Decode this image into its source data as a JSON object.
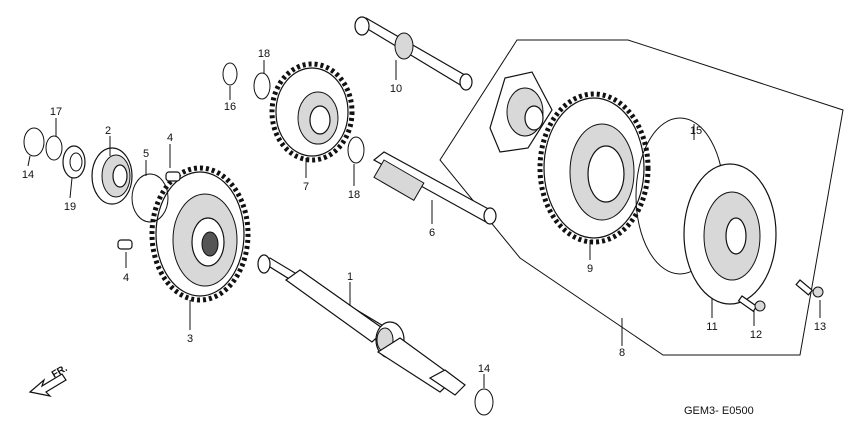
{
  "diagram": {
    "code": "GEM3- E0500",
    "direction_label": "FR.",
    "callouts": [
      "1",
      "2",
      "3",
      "4",
      "4",
      "5",
      "6",
      "7",
      "8",
      "9",
      "10",
      "11",
      "12",
      "13",
      "14",
      "14",
      "15",
      "16",
      "17",
      "18",
      "18",
      "19"
    ]
  }
}
